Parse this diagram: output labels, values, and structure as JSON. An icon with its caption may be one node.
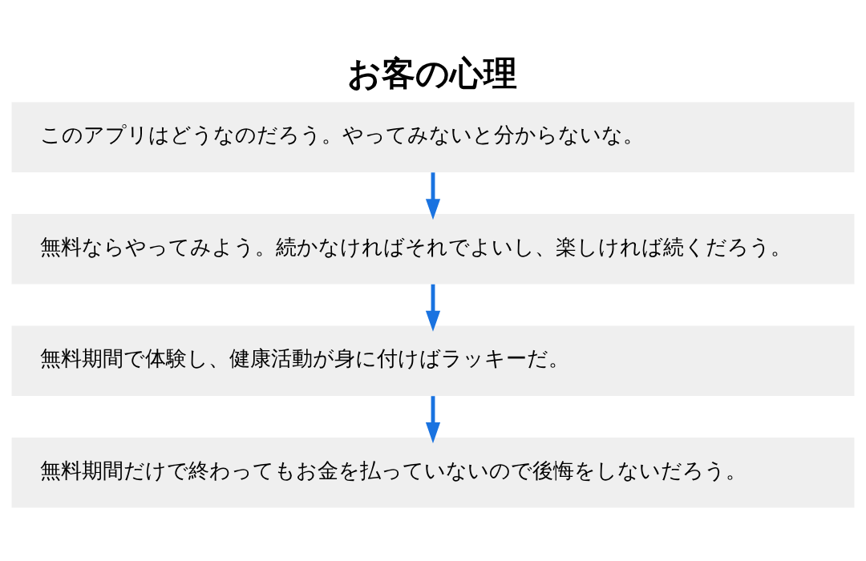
{
  "diagram": {
    "title": "お客の心理",
    "nodes": [
      {
        "text": [
          "このアプリはどうなのだろう。やってみないと分からないな。"
        ]
      },
      {
        "text": [
          "無料ならやってみよう。続かなければそれでよいし、楽しければ続くだろう。"
        ]
      },
      {
        "text": [
          "無料期間で体験し、健康活動が身に付けばラッキーだ。"
        ]
      },
      {
        "text": [
          "無料期間だけで終わってもお金を払っていないので後悔をしないだろう。"
        ]
      }
    ],
    "edges": [
      {
        "from": 0,
        "to": 1,
        "arrow": "to"
      },
      {
        "from": 1,
        "to": 2,
        "arrow": "to"
      },
      {
        "from": 2,
        "to": 3,
        "arrow": "to"
      }
    ]
  }
}
